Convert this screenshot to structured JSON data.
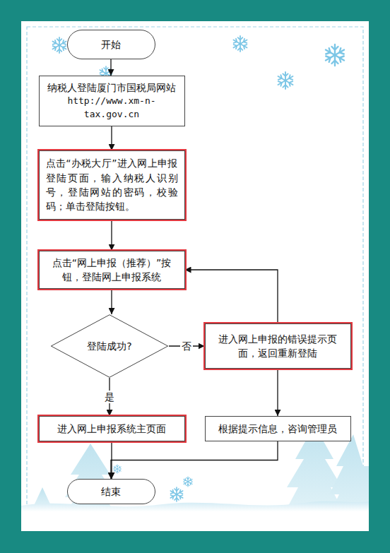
{
  "diagram": {
    "nodes": [
      {
        "text": [
          "开始"
        ]
      },
      {
        "text": [
          "纳税人登陆厦门市国税局网站",
          "http://www.xm-n-tax.gov.cn"
        ]
      },
      {
        "text": [
          "点击“办税大厅”进入网上申报登陆页面，输入纳税人识别号，登陆网站的密码，校验码；单击登陆按钮。"
        ]
      },
      {
        "text": [
          "点击“网上申报（推荐）”按钮，登陆网上申报系统"
        ]
      },
      {
        "text": [
          "登陆成功?"
        ]
      },
      {
        "text": [
          "进入网上申报的错误提示页面，返回重新登陆"
        ]
      },
      {
        "text": [
          "进入网上申报系统主页面"
        ]
      },
      {
        "text": [
          "根据提示信息，咨询管理员"
        ]
      },
      {
        "text": [
          "结束"
        ]
      }
    ],
    "edges": [
      {
        "from": 0,
        "to": 1,
        "arrow": "to"
      },
      {
        "from": 1,
        "to": 2,
        "arrow": "to"
      },
      {
        "from": 2,
        "to": 3,
        "arrow": "to"
      },
      {
        "from": 3,
        "to": 4,
        "arrow": "to"
      },
      {
        "from": 4,
        "to": 5,
        "label": "否",
        "arrow": "to"
      },
      {
        "from": 4,
        "to": 6,
        "label": "是",
        "arrow": "to"
      },
      {
        "from": 5,
        "to": 3,
        "arrow": "to"
      },
      {
        "from": 5,
        "to": 7,
        "arrow": "to"
      },
      {
        "from": 6,
        "to": 8,
        "arrow": "to"
      },
      {
        "from": 7,
        "to": 8,
        "arrow": "to"
      }
    ]
  }
}
